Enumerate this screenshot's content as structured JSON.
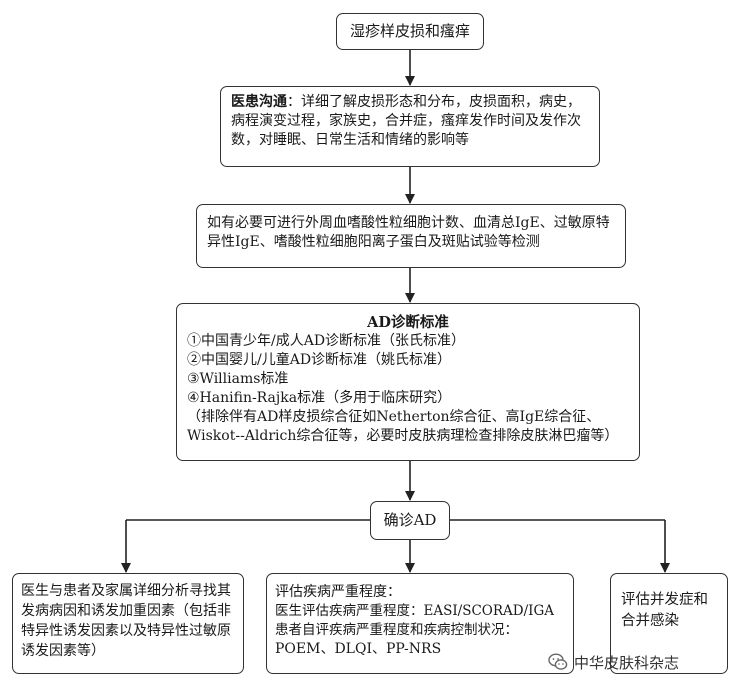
{
  "nodes": {
    "start": "湿疹样皮损和瘙痒",
    "communication": {
      "label": "医患沟通",
      "text": "：详细了解皮损形态和分布，皮损面积，病史，病程演变过程，家族史，合并症，瘙痒发作时间及发作次数，对睡眠、日常生活和情绪的影响等"
    },
    "tests": "如有必要可进行外周血嗜酸性粒细胞计数、血清总IgE、过敏原特异性IgE、嗜酸性粒细胞阳离子蛋白及斑贴试验等检测",
    "criteria": {
      "title": "AD诊断标准",
      "items": [
        "①中国青少年/成人AD诊断标准（张氏标准）",
        "②中国婴儿/儿童AD诊断标准（姚氏标准）",
        "③Williams标准",
        "④Hanifin-Rajka标准（多用于临床研究）"
      ],
      "note": "（排除伴有AD样皮损综合征如Netherton综合征、高IgE综合征、Wiskot--Aldrich综合征等，必要时皮肤病理检查排除皮肤淋巴瘤等）"
    },
    "confirm": "确诊AD",
    "triggers": "医生与患者及家属详细分析寻找其发病病因和诱发加重因素（包括非特异性诱发因素以及特异性过敏原诱发因素等）",
    "severity": {
      "line1": "评估疾病严重程度：",
      "line2": "医生评估疾病严重程度：EASI/SCORAD/IGA",
      "line3": "患者自评疾病严重程度和疾病控制状况：",
      "line4": "POEM、DLQI、PP-NRS"
    },
    "complications": "评估并发症和合并感染"
  },
  "watermark": {
    "icon": "wechat-icon",
    "text": "中华皮肤科杂志"
  }
}
